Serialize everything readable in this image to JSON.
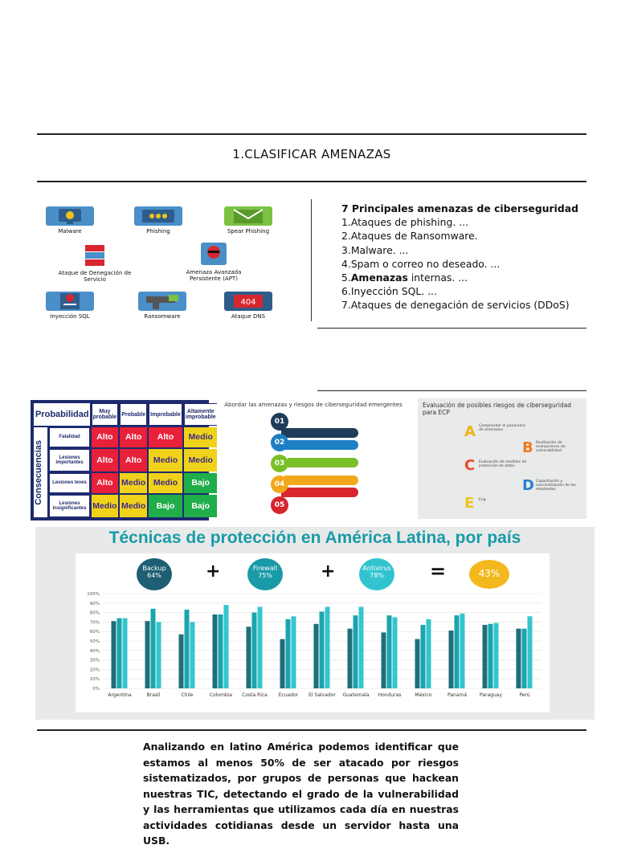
{
  "section": {
    "title": "1.CLASIFICAR AMENAZAS"
  },
  "icons": [
    {
      "label": "Malware",
      "icon": "bug-monitor-icon"
    },
    {
      "label": "Phishing",
      "icon": "phishing-screen-icon"
    },
    {
      "label": "Spear Phishing",
      "icon": "envelope-icon"
    },
    {
      "label": "Ataque de Denegación de Servicio",
      "icon": "server-rack-icon"
    },
    {
      "label": "Amenaza Avanzada Persistente (APT)",
      "icon": "hacker-icon"
    },
    {
      "label": "Inyección SQL",
      "icon": "database-alert-icon"
    },
    {
      "label": "Ransomware",
      "icon": "gun-money-icon"
    },
    {
      "label": "Ataque DNS",
      "icon": "error-404-icon"
    }
  ],
  "threats": {
    "heading": "7 Principales amenazas de ciberseguridad",
    "items": [
      "1.Ataques de phishing. ...",
      "2.Ataques de Ransomware.",
      "3.Malware. ...",
      "4.Spam o correo no deseado. ..."
    ],
    "item5_num": "5.",
    "item5_bold": "Amenazas",
    "item5_rest": " internas. ...",
    "items_after": [
      "6.Inyección SQL. ...",
      "7.Ataques de denegación de servicios (DDoS)"
    ]
  },
  "risk_matrix": {
    "prob_label": "Probabilidad",
    "cons_label": "Consecuencias",
    "columns": [
      "Muy probable",
      "Probable",
      "Improbable",
      "Altamente improbable"
    ],
    "rows": [
      {
        "label": "Fatalidad",
        "cells": [
          "Alto",
          "Alto",
          "Alto",
          "Medio"
        ],
        "colors": [
          "r",
          "r",
          "r",
          "y"
        ]
      },
      {
        "label": "Lesiones importantes",
        "cells": [
          "Alto",
          "Alto",
          "Medio",
          "Medio"
        ],
        "colors": [
          "r",
          "r",
          "y",
          "y"
        ]
      },
      {
        "label": "Lesiones leves",
        "cells": [
          "Alto",
          "Medio",
          "Medio",
          "Bajo"
        ],
        "colors": [
          "r",
          "y",
          "y",
          "g"
        ]
      },
      {
        "label": "Lesiones insignificantes",
        "cells": [
          "Medio",
          "Medio",
          "Bajo",
          "Bajo"
        ],
        "colors": [
          "y",
          "y",
          "g",
          "g"
        ]
      }
    ]
  },
  "steps_panel": {
    "title": "Abordar las amenazas y riesgos de ciberseguridad emergentes",
    "steps": [
      {
        "num": "01",
        "color": "#1f3c5a"
      },
      {
        "num": "02",
        "color": "#1e7fc4"
      },
      {
        "num": "03",
        "color": "#7bbf2a"
      },
      {
        "num": "04",
        "color": "#f2a81a"
      },
      {
        "num": "05",
        "color": "#d8262f"
      }
    ]
  },
  "ecp_panel": {
    "title": "Evaluación de posibles riesgos de ciberseguridad para ECP",
    "items": [
      {
        "letter": "A",
        "text": "Comprender el panorama de amenazas",
        "color": "#f0b21b"
      },
      {
        "letter": "B",
        "text": "Realización de evaluaciones de vulnerabilidad",
        "color": "#f07a1b"
      },
      {
        "letter": "C",
        "text": "Evaluación de medidas de protección de datos",
        "color": "#e84a2b"
      },
      {
        "letter": "D",
        "text": "Capacitación y concientización de los empleados",
        "color": "#2b7fd0"
      },
      {
        "letter": "E",
        "text": "Eng",
        "color": "#f0c21b"
      }
    ]
  },
  "latam_chart_panel": {
    "title": "Técnicas de protección en América Latina, por país",
    "bubbles": [
      {
        "label": "Backup",
        "value": "64%",
        "color": "#1e5f73"
      },
      {
        "label": "Firewall",
        "value": "75%",
        "color": "#1a9aa7"
      },
      {
        "label": "Antivirus",
        "value": "78%",
        "color": "#31c4cf"
      }
    ],
    "ops": [
      "+",
      "+",
      "="
    ],
    "result": "43%",
    "result_color": "#f2b81c"
  },
  "chart_data": {
    "type": "bar",
    "title": "Técnicas de protección en América Latina, por país",
    "categories": [
      "Argentina",
      "Brasil",
      "Chile",
      "Colombia",
      "Costa Rica",
      "Ecuador",
      "El Salvador",
      "Guatemala",
      "Honduras",
      "México",
      "Panamá",
      "Paraguay",
      "Perú"
    ],
    "series": [
      {
        "name": "Backup",
        "color": "#1e6f7a",
        "values": [
          71,
          71,
          57,
          78,
          65,
          52,
          68,
          63,
          59,
          52,
          61,
          67,
          63
        ]
      },
      {
        "name": "Firewall",
        "color": "#1aa5ae",
        "values": [
          74,
          84,
          83,
          78,
          80,
          73,
          81,
          77,
          77,
          67,
          77,
          68,
          63
        ]
      },
      {
        "name": "Antivirus",
        "color": "#34c6cd",
        "values": [
          74,
          70,
          70,
          88,
          86,
          76,
          86,
          86,
          75,
          73,
          79,
          69,
          76
        ]
      }
    ],
    "yticks": [
      "0%",
      "10%",
      "20%",
      "30%",
      "40%",
      "50%",
      "60%",
      "70%",
      "80%",
      "90%",
      "100%"
    ],
    "ylim": [
      0,
      100
    ]
  },
  "conclusion": {
    "text": "Analizando en latino América podemos identificar que estamos al menos 50% de ser atacado por riesgos sistematizados, por grupos de personas que hackean nuestras TIC, detectando el grado de la vulnerabilidad y las herramientas que utilizamos cada día en nuestras actividades cotidianas desde un servidor hasta una USB."
  }
}
